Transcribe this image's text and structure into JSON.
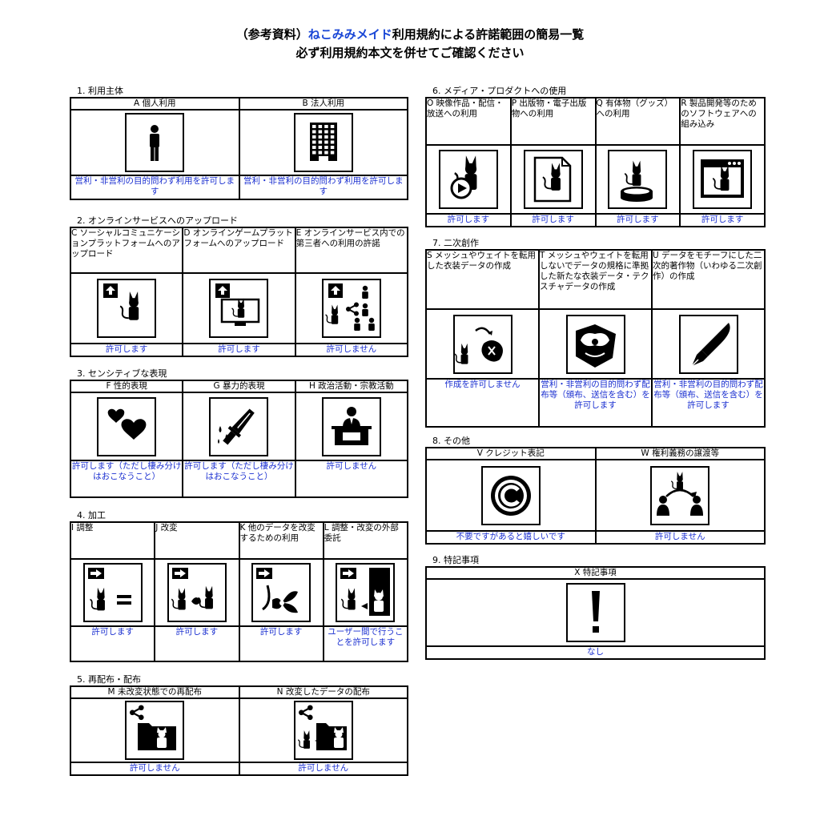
{
  "header": {
    "line1_prefix": "（参考資料）",
    "line1_brand": "ねこみみメイド",
    "line1_suffix": "利用規約による許諾範囲の簡易一覧",
    "line2": "必ず利用規約本文を併せてご確認ください"
  },
  "colors": {
    "brand": "#1a47d6",
    "result": "#1a2fd0"
  },
  "sections": [
    {
      "id": "s1",
      "title": "1. 利用主体",
      "cols": [
        {
          "label": "A 個人利用",
          "icon": "person-icon",
          "result": "営利・非営利の目的問わず利用を許可します"
        },
        {
          "label": "B 法人利用",
          "icon": "office-building-icon",
          "result": "営利・非営利の目的問わず利用を許可します"
        }
      ]
    },
    {
      "id": "s2",
      "title": "2. オンラインサービスへのアップロード",
      "cols": [
        {
          "label": "C ソーシャルコミュニケーションプラットフォームへのアップロード",
          "icon": "upload-avatar-icon",
          "result": "許可します"
        },
        {
          "label": "D オンラインゲームプラットフォームへのアップロード",
          "icon": "upload-game-monitor-icon",
          "result": "許可します"
        },
        {
          "label": "E オンラインサービス内での第三者への利用の許諾",
          "icon": "share-to-users-icon",
          "result": "許可しません"
        }
      ]
    },
    {
      "id": "s3",
      "title": "3. センシティブな表現",
      "cols": [
        {
          "label": "F 性的表現",
          "icon": "hearts-icon",
          "result": "許可します（ただし棲み分けはおこなうこと）"
        },
        {
          "label": "G 暴力的表現",
          "icon": "knife-blood-icon",
          "result": "許可します（ただし棲み分けはおこなうこと）"
        },
        {
          "label": "H 政治活動・宗教活動",
          "icon": "speaker-podium-icon",
          "result": "許可しません"
        }
      ]
    },
    {
      "id": "s4",
      "title": "4. 加工",
      "cols": [
        {
          "label": "I 調整",
          "icon": "adjust-equal-icon",
          "result": "許可します"
        },
        {
          "label": "J 改変",
          "icon": "modify-cats-icon",
          "result": "許可します"
        },
        {
          "label": "K 他のデータを改変するための利用",
          "icon": "ribbon-material-icon",
          "result": "許可します"
        },
        {
          "label": "L 調整・改変の外部委託",
          "icon": "outsource-icon",
          "result": "ユーザー間で行うことを許可します"
        }
      ]
    },
    {
      "id": "s5",
      "title": "5. 再配布・配布",
      "cols": [
        {
          "label": "M 未改変状態での再配布",
          "icon": "share-folder-icon",
          "result": "許可しません"
        },
        {
          "label": "N 改変したデータの配布",
          "icon": "share-modified-folder-icon",
          "result": "許可しません"
        }
      ]
    },
    {
      "id": "s6",
      "title": "6. メディア・プロダクトへの使用",
      "cols": [
        {
          "label": "O 映像作品・配信・放送への利用",
          "icon": "video-play-icon",
          "result": "許可します"
        },
        {
          "label": "P 出版物・電子出版物への利用",
          "icon": "publication-icon",
          "result": "許可します"
        },
        {
          "label": "Q 有体物（グッズ）への利用",
          "icon": "figure-stand-icon",
          "result": "許可します"
        },
        {
          "label": "R 製品開発等のためのソフトウェアへの組み込み",
          "icon": "software-window-icon",
          "result": "許可します"
        }
      ]
    },
    {
      "id": "s7",
      "title": "7. 二次創作",
      "cols": [
        {
          "label": "S メッシュやウェイトを転用した衣装データの作成",
          "icon": "mesh-transfer-icon",
          "result": "作成を許可しません"
        },
        {
          "label": "T メッシュやウェイトを転用しないでデータの規格に準拠した新たな衣装データ・テクスチャデータの作成",
          "icon": "new-costume-icon",
          "result": "営利・非営利の目的問わず配布等（頒布、送信を含む）を許可します"
        },
        {
          "label": "U データをモチーフにした二次的著作物（いわゆる二次創作）の作成",
          "icon": "pen-nib-icon",
          "result": "営利・非営利の目的問わず配布等（頒布、送信を含む）を許可します"
        }
      ]
    },
    {
      "id": "s8",
      "title": "8. その他",
      "cols": [
        {
          "label": "V クレジット表記",
          "icon": "copyright-icon",
          "result": "不要ですがあると嬉しいです"
        },
        {
          "label": "W 権利義務の譲渡等",
          "icon": "rights-transfer-icon",
          "result": "許可しません"
        }
      ]
    },
    {
      "id": "s9",
      "title": "9. 特記事項",
      "cols": [
        {
          "label": "X 特記事項",
          "icon": "exclamation-icon",
          "result": "なし"
        }
      ]
    }
  ]
}
